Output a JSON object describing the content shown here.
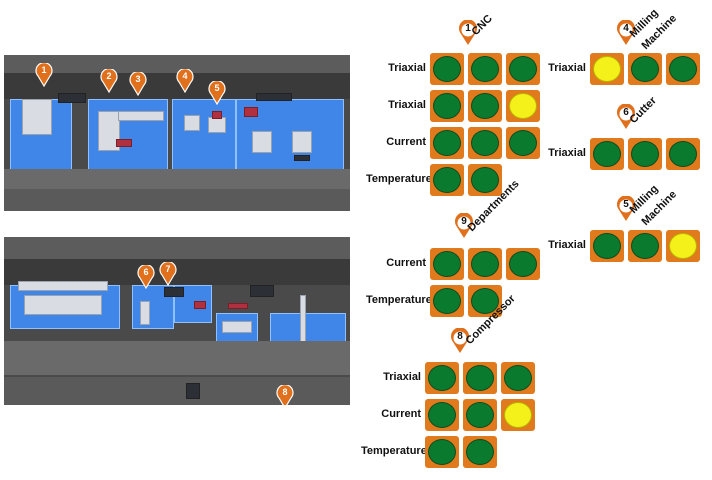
{
  "map_pins": {
    "top": [
      "1",
      "2",
      "3",
      "4",
      "5"
    ],
    "bottom": [
      "6",
      "7"
    ],
    "aisle": "8"
  },
  "groups": [
    {
      "pin": "1",
      "title": "CNC",
      "rows": [
        {
          "label": "Triaxial",
          "cells": [
            "green",
            "green",
            "green"
          ]
        },
        {
          "label": "Triaxial",
          "cells": [
            "green",
            "green",
            "yellow"
          ]
        },
        {
          "label": "Current",
          "cells": [
            "green",
            "green",
            "green"
          ]
        },
        {
          "label": "Temperature",
          "cells": [
            "green",
            "green"
          ]
        }
      ]
    },
    {
      "pin": "9",
      "title": "Departments",
      "rows": [
        {
          "label": "Current",
          "cells": [
            "green",
            "green",
            "green"
          ]
        },
        {
          "label": "Temperature",
          "cells": [
            "green",
            "green"
          ]
        }
      ]
    },
    {
      "pin": "8",
      "title": "Compressor",
      "rows": [
        {
          "label": "Triaxial",
          "cells": [
            "green",
            "green",
            "green"
          ]
        },
        {
          "label": "Current",
          "cells": [
            "green",
            "green",
            "yellow"
          ]
        },
        {
          "label": "Temperature",
          "cells": [
            "green",
            "green"
          ]
        }
      ]
    },
    {
      "pin": "4",
      "title_lines": [
        "Milling",
        "Machine"
      ],
      "rows": [
        {
          "label": "Triaxial",
          "cells": [
            "yellow",
            "green",
            "green"
          ]
        }
      ]
    },
    {
      "pin": "6",
      "title": "Cutter",
      "rows": [
        {
          "label": "Triaxial",
          "cells": [
            "green",
            "green",
            "green"
          ]
        }
      ]
    },
    {
      "pin": "5",
      "title_lines": [
        "Milling",
        "Machine"
      ],
      "rows": [
        {
          "label": "Triaxial",
          "cells": [
            "green",
            "green",
            "yellow"
          ]
        }
      ]
    }
  ],
  "colors": {
    "cell_border": "#e07a1c",
    "status_ok": "#0a7a2f",
    "status_warn": "#f4f01a",
    "pin": "#e0701c"
  }
}
